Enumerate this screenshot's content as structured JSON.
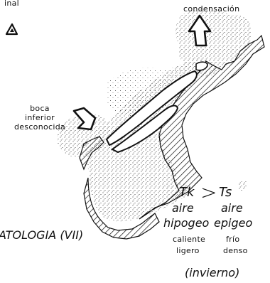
{
  "labels": {
    "corner_fragment": "inal",
    "condensacion": "condensación",
    "boca_line1": "boca",
    "boca_line2": "inferior",
    "boca_line3": "desconocida",
    "tk": "Tk",
    "gt": ">",
    "ts": "Ts",
    "aire_left": "aire",
    "aire_right": "aire",
    "hipogeo": "hipogeo",
    "epigeo": "epigeo",
    "caliente": "caliente",
    "ligero": "ligero",
    "frio": "frío",
    "denso": "denso",
    "title_fragment": "ATOLOGIA (VII)",
    "invierno": "(invierno)"
  },
  "colors": {
    "ink": "#111111",
    "paper": "#ffffff"
  },
  "icons": {
    "corner_marker": "warning-triangle-icon",
    "outflow_arrow": "up-arrow-icon",
    "inflow_arrow": "chevron-right-arrow-icon"
  }
}
